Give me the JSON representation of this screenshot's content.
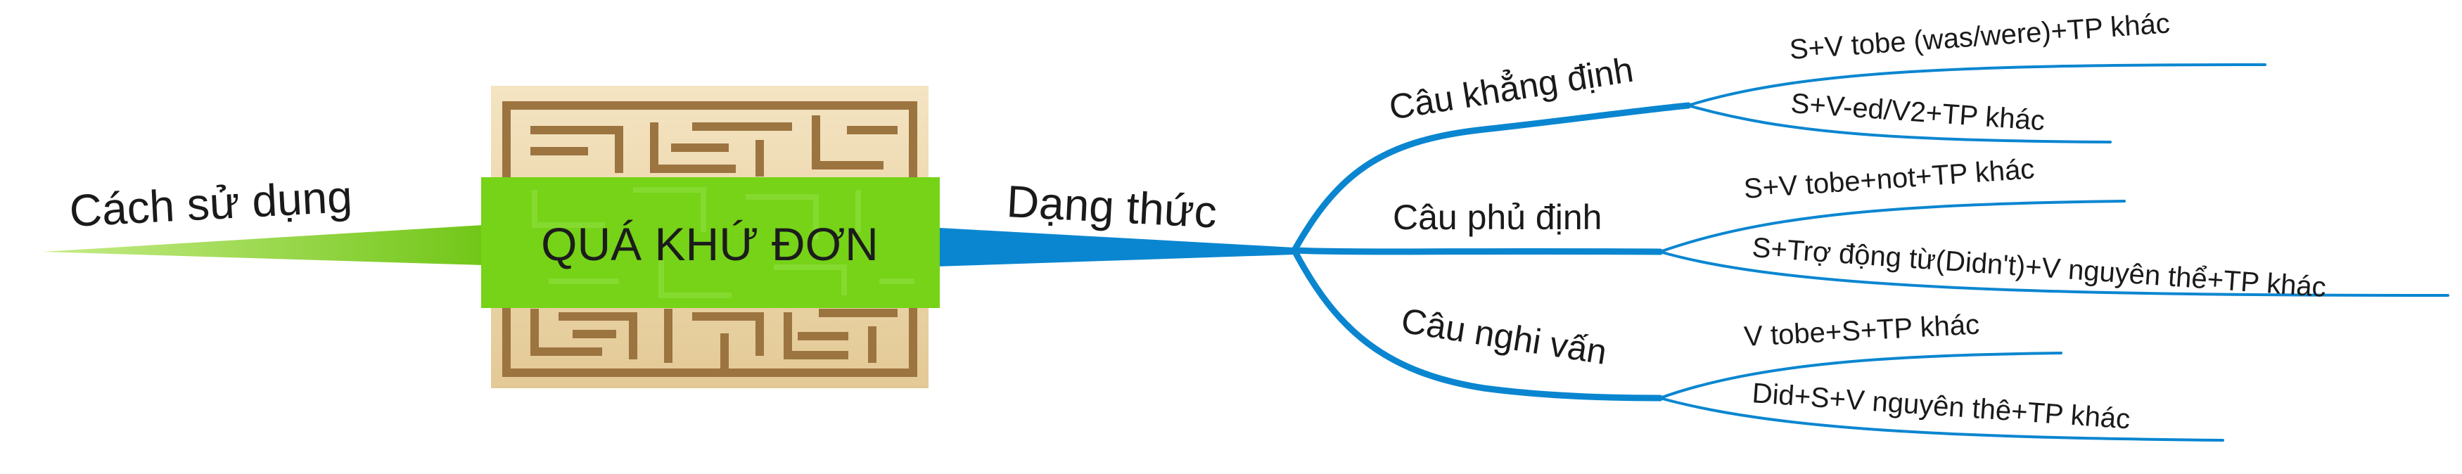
{
  "center": {
    "title": "QUÁ KHỨ ĐƠN",
    "image_icon": "maze-icon"
  },
  "left_branch": {
    "label": "Cách sử dụng",
    "color": "#7fce14"
  },
  "right_branch": {
    "label": "Dạng thức",
    "color": "#0a86d0",
    "children": [
      {
        "label": "Câu khẳng định",
        "children": [
          "S+V tobe (was/were)+TP khác",
          "S+V-ed/V2+TP khác"
        ]
      },
      {
        "label": "Câu phủ định",
        "children": [
          "S+V tobe+not+TP khác",
          "S+Trợ động từ(Didn't)+V nguyên thể+TP khác"
        ]
      },
      {
        "label": "Câu nghi vấn",
        "children": [
          "V tobe+S+TP khác",
          "Did+S+V nguyên thê+TP khác"
        ]
      }
    ]
  },
  "colors": {
    "center_band": "#76d318",
    "center_bg": "#ecd7ac",
    "maze_lines": "#9c7440"
  }
}
